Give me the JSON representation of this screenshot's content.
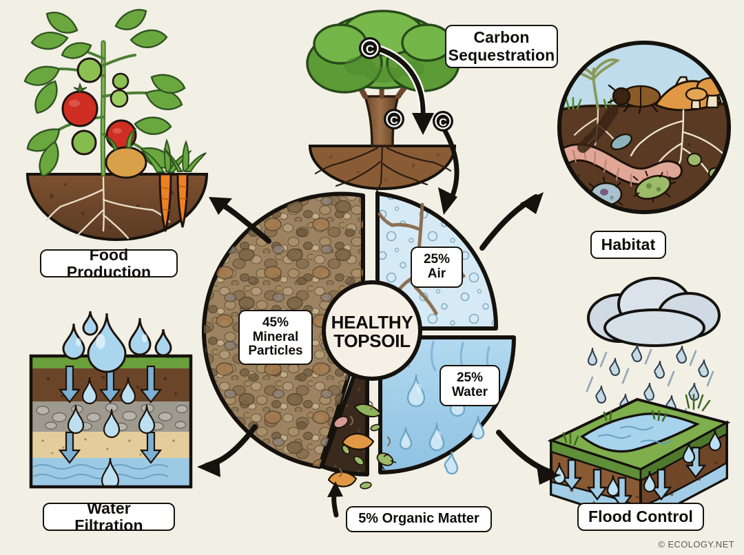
{
  "background_color": "#f2efe5",
  "ink_color": "#15120e",
  "title_hub": "HEALTHY\nTOPSOIL",
  "credit": "© ECOLOGY.NET",
  "chart_data": {
    "type": "pie",
    "title": "HEALTHY TOPSOIL",
    "categories": [
      "Mineral Particles",
      "Air",
      "Water",
      "Organic Matter"
    ],
    "values": [
      45,
      25,
      25,
      5
    ],
    "unit": "%",
    "legend_position": "on-slice",
    "grid": false,
    "slices": [
      {
        "name": "Mineral Particles",
        "value": 45,
        "label": "45%\nMineral\nParticles",
        "color": "#9d8361",
        "texture": "pebbles"
      },
      {
        "name": "Air",
        "value": 25,
        "label": "25%\nAir",
        "color": "#cfe6f2",
        "texture": "bubbles-roots"
      },
      {
        "name": "Water",
        "value": 25,
        "label": "25%\nWater",
        "color": "#9ccbe6",
        "texture": "droplets"
      },
      {
        "name": "Organic Matter",
        "value": 5,
        "label": "5% Organic Matter",
        "color": "#3d2c20",
        "texture": "leaves-microbes"
      }
    ]
  },
  "wedge_labels": {
    "mineral": "45%\nMineral\nParticles",
    "air": "25%\nAir",
    "water": "25%\nWater",
    "organic": "5% Organic Matter"
  },
  "panels": [
    {
      "id": "food-production",
      "label": "Food Production",
      "icon": "tomato-plant-icon"
    },
    {
      "id": "carbon-sequestration",
      "label": "Carbon\nSequestration",
      "icon": "tree-roots-icon"
    },
    {
      "id": "habitat",
      "label": "Habitat",
      "icon": "soil-biota-circle-icon"
    },
    {
      "id": "water-filtration",
      "label": "Water Filtration",
      "icon": "soil-layers-infiltration-icon"
    },
    {
      "id": "flood-control",
      "label": "Flood Control",
      "icon": "rain-cloud-soil-block-icon"
    }
  ],
  "carbon_markers": [
    "C",
    "C",
    "C"
  ],
  "colors": {
    "soil_dark": "#5b3b22",
    "soil_mid": "#7a4f2e",
    "leaf_green": "#5c9b3c",
    "tomato_red": "#cf2e23",
    "carrot_orange": "#ef7f23",
    "water_blue": "#8fc4e3",
    "sky_blue": "#bfdced",
    "cloud_grey": "#cdd8e2",
    "grass_green": "#6aa03c",
    "sand": "#e4cd9c",
    "gravel": "#b3b0a8"
  }
}
